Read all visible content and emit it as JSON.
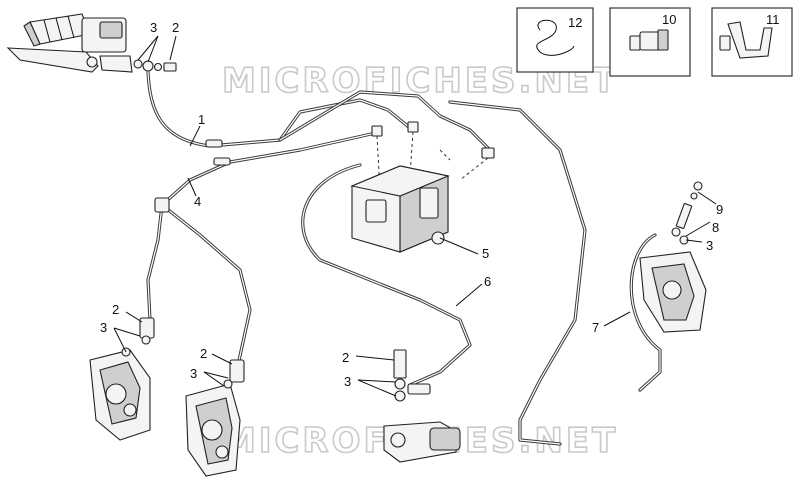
{
  "watermark": "MICROFICHES.NET",
  "callouts": {
    "hose_front_master": "1",
    "banjo_bolt": "2",
    "washer": "3",
    "hose_front_calipers": "4",
    "abs_unit": "5",
    "hose_rear_master": "6",
    "hose_rear_caliper": "7",
    "bleed_valve": "8",
    "bleed_cap": "9",
    "clamp_10": "10",
    "clamp_11": "11",
    "clip_12": "12"
  }
}
